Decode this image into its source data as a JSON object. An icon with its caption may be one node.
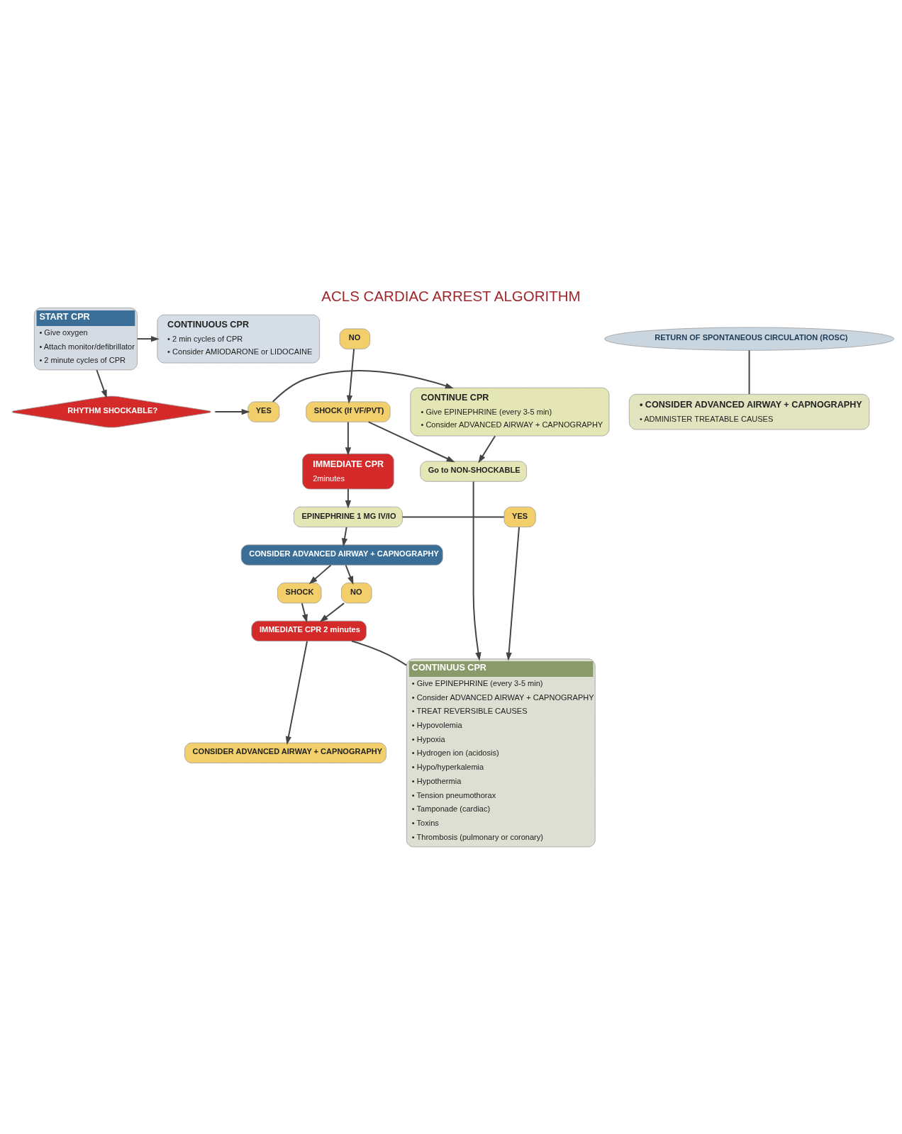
{
  "diagram": {
    "title": "ACLS CARDIAC ARREST ALGORITHM",
    "nodes": [
      {
        "text": [
          "START CPR",
          "• Give oxygen",
          "• Attach monitor/defibrillator",
          "• 2 minute cycles of CPR"
        ]
      },
      {
        "text": [
          "CONTINUOUS CPR",
          "• 2 min cycles of CPR",
          "• Consider AMIODARONE or LIDOCAINE"
        ]
      },
      {
        "text": [
          "RHYTHM SHOCKABLE?"
        ]
      },
      {
        "text": [
          "YES"
        ]
      },
      {
        "text": [
          "CONTINUE CPR",
          "• Give EPINEPHRINE (every 3-5 min)",
          "• Consider ADVANCED AIRWAY + CAPNOGRAPHY"
        ]
      },
      {
        "text": [
          "NO"
        ]
      },
      {
        "text": [
          "Go to NON-SHOCKABLE"
        ]
      },
      {
        "text": [
          "SHOCK (If VF/PVT)"
        ]
      },
      {
        "text": [
          "CONTINUUS CPR",
          "• Give EPINEPHRINE (every 3-5 min)",
          "• Consider ADVANCED AIRWAY + CAPNOGRAPHY",
          "• TREAT REVERSIBLE CAUSES",
          "• Hypovolemia",
          "• Hypoxia",
          "• Hydrogen ion (acidosis)",
          "• Hypo/hyperkalemia",
          "• Hypothermia",
          "• Tension pneumothorax",
          "• Tamponade (cardiac)",
          "• Toxins",
          "• Thrombosis (pulmonary or coronary)"
        ]
      },
      {
        "text": [
          "IMMEDIATE CPR",
          "2minutes"
        ]
      },
      {
        "text": [
          "EPINEPHRINE 1 MG IV/IO"
        ]
      },
      {
        "text": [
          "YES"
        ]
      },
      {
        "text": [
          "CONSIDER ADVANCED AIRWAY + CAPNOGRAPHY"
        ]
      },
      {
        "text": [
          "NO"
        ]
      },
      {
        "text": [
          "SHOCK"
        ]
      },
      {
        "text": [
          "IMMEDIATE CPR 2 minutes"
        ]
      },
      {
        "text": [
          "CONSIDER ADVANCED AIRWAY + CAPNOGRAPHY"
        ]
      },
      {
        "text": [
          "RETURN OF SPONTANEOUS CIRCULATION (ROSC)"
        ]
      },
      {
        "text": [
          "• CONSIDER ADVANCED AIRWAY + CAPNOGRAPHY",
          "• ADMINISTER TREATABLE CAUSES"
        ]
      }
    ],
    "edges": [
      {
        "from": 0,
        "to": 1,
        "arrow": "to"
      },
      {
        "from": 0,
        "to": 2,
        "arrow": "to"
      },
      {
        "from": 2,
        "to": 3,
        "arrow": "to"
      },
      {
        "from": 3,
        "to": 4,
        "arrow": "to"
      },
      {
        "from": 4,
        "to": 6,
        "arrow": "to"
      },
      {
        "from": 5,
        "to": 7,
        "arrow": "to"
      },
      {
        "from": 7,
        "to": 6,
        "arrow": "to"
      },
      {
        "from": 6,
        "to": 8,
        "arrow": "to"
      },
      {
        "from": 7,
        "to": 9,
        "arrow": "to"
      },
      {
        "from": 9,
        "to": 10,
        "arrow": "to"
      },
      {
        "from": 10,
        "to": 11,
        "arrow": "none"
      },
      {
        "from": 11,
        "to": 8,
        "arrow": "to"
      },
      {
        "from": 10,
        "to": 12,
        "arrow": "to"
      },
      {
        "from": 12,
        "to": 13,
        "arrow": "to"
      },
      {
        "from": 12,
        "to": 14,
        "arrow": "to"
      },
      {
        "from": 14,
        "to": 15,
        "arrow": "to"
      },
      {
        "from": 13,
        "to": 15,
        "arrow": "to"
      },
      {
        "from": 15,
        "to": 8,
        "arrow": "none"
      },
      {
        "from": 15,
        "to": 16,
        "arrow": "to"
      },
      {
        "from": 17,
        "to": 18,
        "arrow": "none"
      }
    ]
  }
}
